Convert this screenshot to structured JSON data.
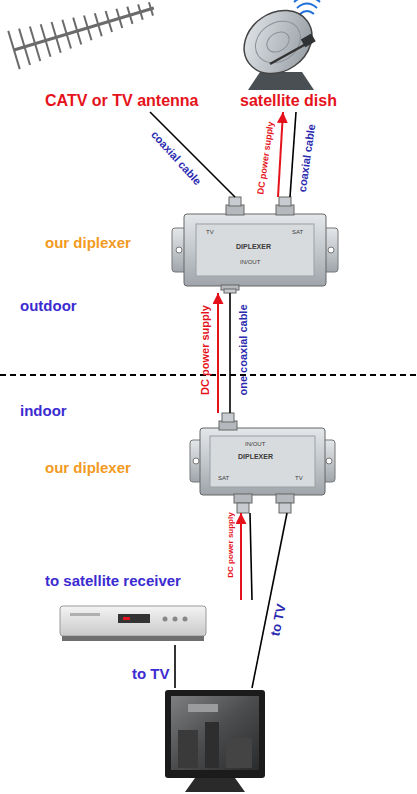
{
  "diagram": {
    "nodes": [
      {
        "text": [
          "CATV or TV antenna"
        ]
      },
      {
        "text": [
          "satellite dish"
        ]
      },
      {
        "text": [
          "our diplexer",
          "TV",
          "DIPLEXER",
          "SAT",
          "IN/OUT"
        ]
      },
      {
        "text": [
          "our diplexer",
          "IN/OUT",
          "DIPLEXER",
          "SAT",
          "TV"
        ]
      },
      {
        "text": [
          "to satellite receiver"
        ]
      },
      {
        "text": [
          "to TV"
        ]
      }
    ],
    "edges": [
      {
        "from": 0,
        "to": 2,
        "label": "coaxial cable",
        "arrow": "none"
      },
      {
        "from": 2,
        "to": 1,
        "label": "DC power supply",
        "arrow": "to"
      },
      {
        "from": 2,
        "to": 1,
        "label": "coaxial cable",
        "arrow": "none"
      },
      {
        "from": 3,
        "to": 2,
        "label": "DC power supply",
        "arrow": "to"
      },
      {
        "from": 3,
        "to": 2,
        "label": "one coaxial cable",
        "arrow": "none"
      },
      {
        "from": 4,
        "to": 3,
        "label": "DC power supply",
        "arrow": "to"
      },
      {
        "from": 4,
        "to": 3,
        "arrow": "none"
      },
      {
        "from": 3,
        "to": 5,
        "label": "to TV",
        "arrow": "none"
      },
      {
        "from": 4,
        "to": 5,
        "arrow": "none"
      }
    ],
    "labels": [
      "outdoor",
      "indoor"
    ]
  }
}
